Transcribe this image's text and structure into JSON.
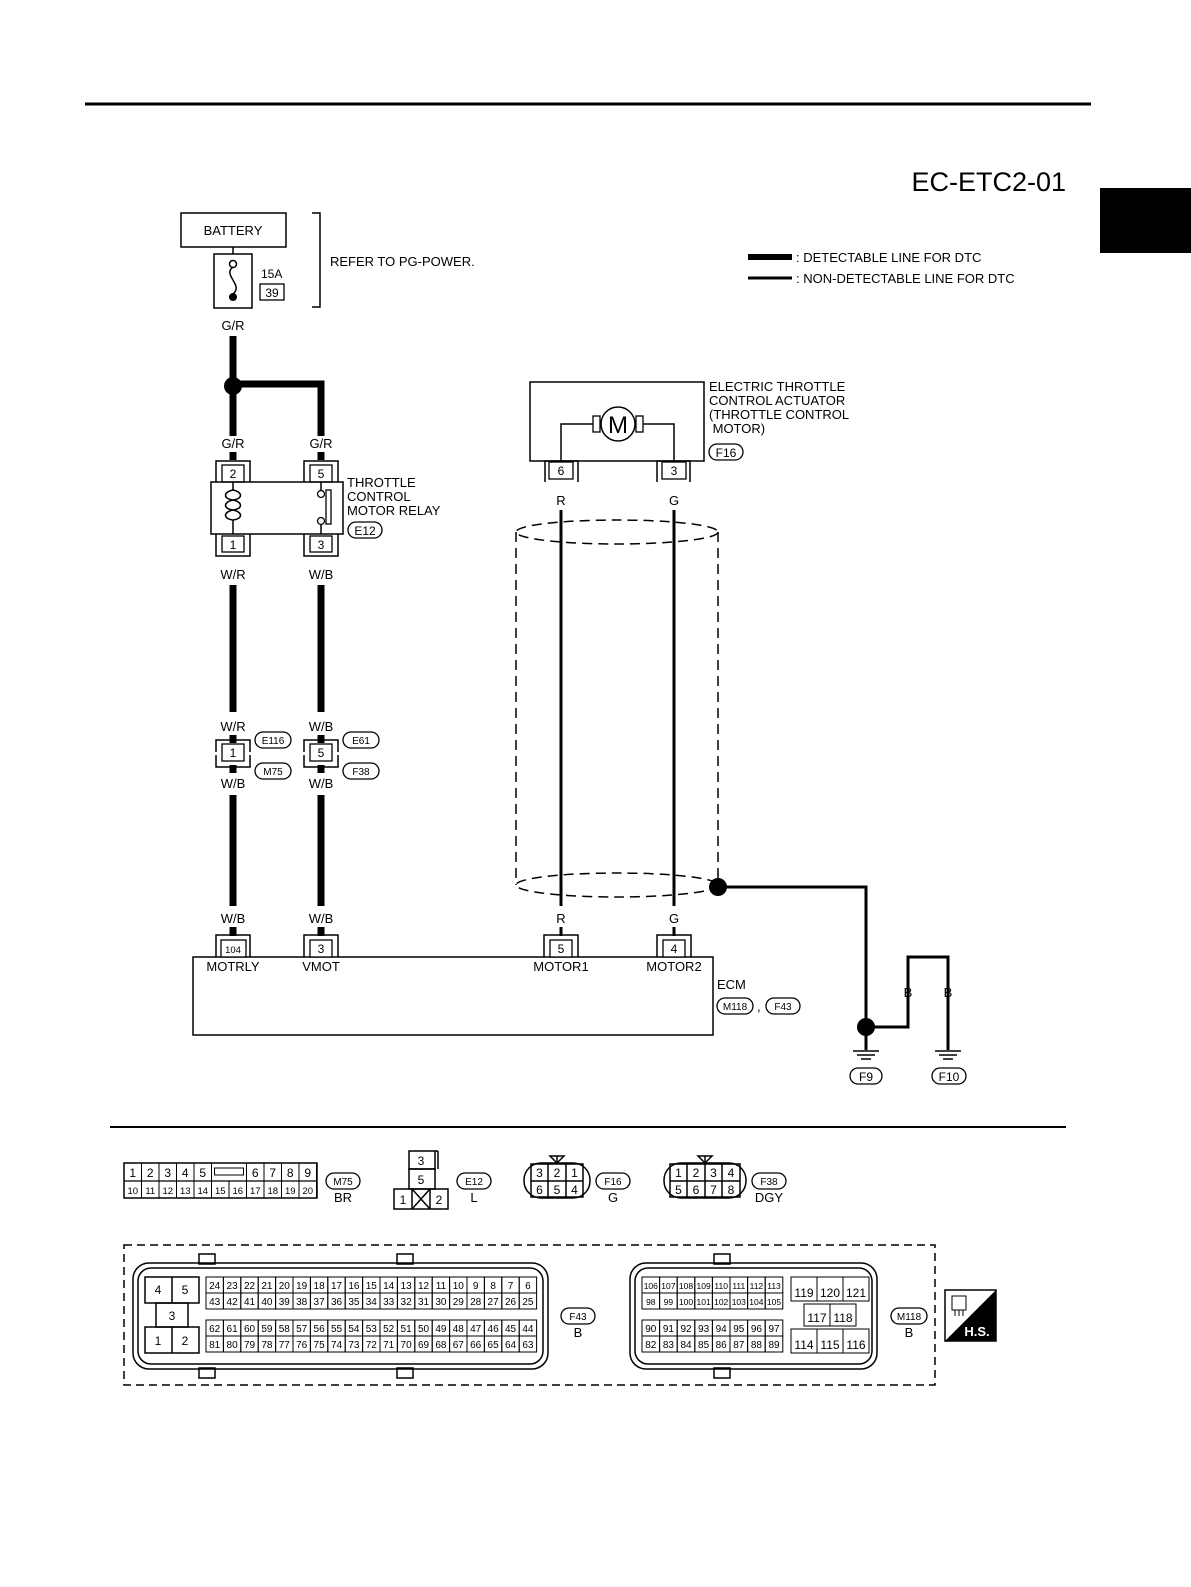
{
  "page": {
    "diagram_code": "EC-ETC2-01",
    "legend": {
      "detectable": ": DETECTABLE LINE FOR DTC",
      "non_detectable": ": NON-DETECTABLE LINE FOR DTC"
    },
    "hs_label": "H.S."
  },
  "power": {
    "battery": "BATTERY",
    "fuse_rating": "15A",
    "fuse_number": "39",
    "refer": "REFER TO PG-POWER.",
    "wire_main": "G/R"
  },
  "relay": {
    "label_lines": [
      "THROTTLE",
      "CONTROL",
      "MOTOR RELAY"
    ],
    "connector": "E12",
    "pin_coil_in": "2",
    "pin_sw_in": "5",
    "pin_coil_out": "1",
    "pin_sw_out": "3",
    "wire_in_left": "G/R",
    "wire_in_right": "G/R",
    "wire_out_left": "W/R",
    "wire_out_right": "W/B"
  },
  "junction": {
    "left_pin": "1",
    "right_pin": "5",
    "left_conn_top": "E116",
    "left_conn_bottom": "M75",
    "right_conn_top": "E61",
    "right_conn_bottom": "F38",
    "left_wire_top": "W/R",
    "left_wire_bottom": "W/B",
    "right_wire_top": "W/B",
    "right_wire_bottom": "W/B"
  },
  "actuator": {
    "label_lines": [
      "ELECTRIC THROTTLE",
      "CONTROL ACTUATOR",
      "(THROTTLE CONTROL",
      " MOTOR)"
    ],
    "connector": "F16",
    "motor_symbol": "M",
    "pin_left": "6",
    "pin_right": "3",
    "wire_left": "R",
    "wire_right": "G"
  },
  "ecm": {
    "label": "ECM",
    "connectors": [
      "M118",
      "F43"
    ],
    "separator": ",",
    "pins": [
      {
        "pin": "104",
        "name": "MOTRLY",
        "wire": "W/B"
      },
      {
        "pin": "3",
        "name": "VMOT",
        "wire": "W/B"
      },
      {
        "pin": "5",
        "name": "MOTOR1",
        "wire": "R"
      },
      {
        "pin": "4",
        "name": "MOTOR2",
        "wire": "G"
      }
    ]
  },
  "ground": {
    "wire_left": "B",
    "wire_right": "B",
    "conn_left": "F9",
    "conn_right": "F10"
  },
  "connector_views": {
    "m75": {
      "id": "M75",
      "color": "BR",
      "row1": [
        "1",
        "2",
        "3",
        "4",
        "5",
        "",
        "6",
        "7",
        "8",
        "9"
      ],
      "row2": [
        "10",
        "11",
        "12",
        "13",
        "14",
        "15",
        "16",
        "17",
        "18",
        "19",
        "20"
      ]
    },
    "e12": {
      "id": "E12",
      "color": "L",
      "pins": [
        "3",
        "5",
        "1",
        "2"
      ]
    },
    "f16": {
      "id": "F16",
      "color": "G",
      "row1": [
        "3",
        "2",
        "1"
      ],
      "row2": [
        "6",
        "5",
        "4"
      ]
    },
    "f38": {
      "id": "F38",
      "color": "DGY",
      "row1": [
        "1",
        "2",
        "3",
        "4"
      ],
      "row2": [
        "5",
        "6",
        "7",
        "8"
      ]
    },
    "f43": {
      "id": "F43",
      "color": "B",
      "left_block": [
        "4",
        "5",
        "3",
        "1",
        "2"
      ],
      "row1": [
        "24",
        "23",
        "22",
        "21",
        "20",
        "19",
        "18",
        "17",
        "16",
        "15",
        "14",
        "13",
        "12",
        "11",
        "10",
        "9",
        "8",
        "7",
        "6"
      ],
      "row2": [
        "43",
        "42",
        "41",
        "40",
        "39",
        "38",
        "37",
        "36",
        "35",
        "34",
        "33",
        "32",
        "31",
        "30",
        "29",
        "28",
        "27",
        "26",
        "25"
      ],
      "row3": [
        "62",
        "61",
        "60",
        "59",
        "58",
        "57",
        "56",
        "55",
        "54",
        "53",
        "52",
        "51",
        "50",
        "49",
        "48",
        "47",
        "46",
        "45",
        "44"
      ],
      "row4": [
        "81",
        "80",
        "79",
        "78",
        "77",
        "76",
        "75",
        "74",
        "73",
        "72",
        "71",
        "70",
        "69",
        "68",
        "67",
        "66",
        "65",
        "64",
        "63"
      ]
    },
    "m118": {
      "id": "M118",
      "color": "B",
      "row1": [
        "106",
        "107",
        "108",
        "109",
        "110",
        "111",
        "112",
        "113"
      ],
      "row2": [
        "98",
        "99",
        "100",
        "101",
        "102",
        "103",
        "104",
        "105"
      ],
      "row3": [
        "90",
        "91",
        "92",
        "93",
        "94",
        "95",
        "96",
        "97"
      ],
      "row4": [
        "82",
        "83",
        "84",
        "85",
        "86",
        "87",
        "88",
        "89"
      ],
      "right_row1": [
        "119",
        "120",
        "121"
      ],
      "right_row2": [
        "117",
        "118"
      ],
      "right_row3": [
        "114",
        "115",
        "116"
      ]
    }
  }
}
